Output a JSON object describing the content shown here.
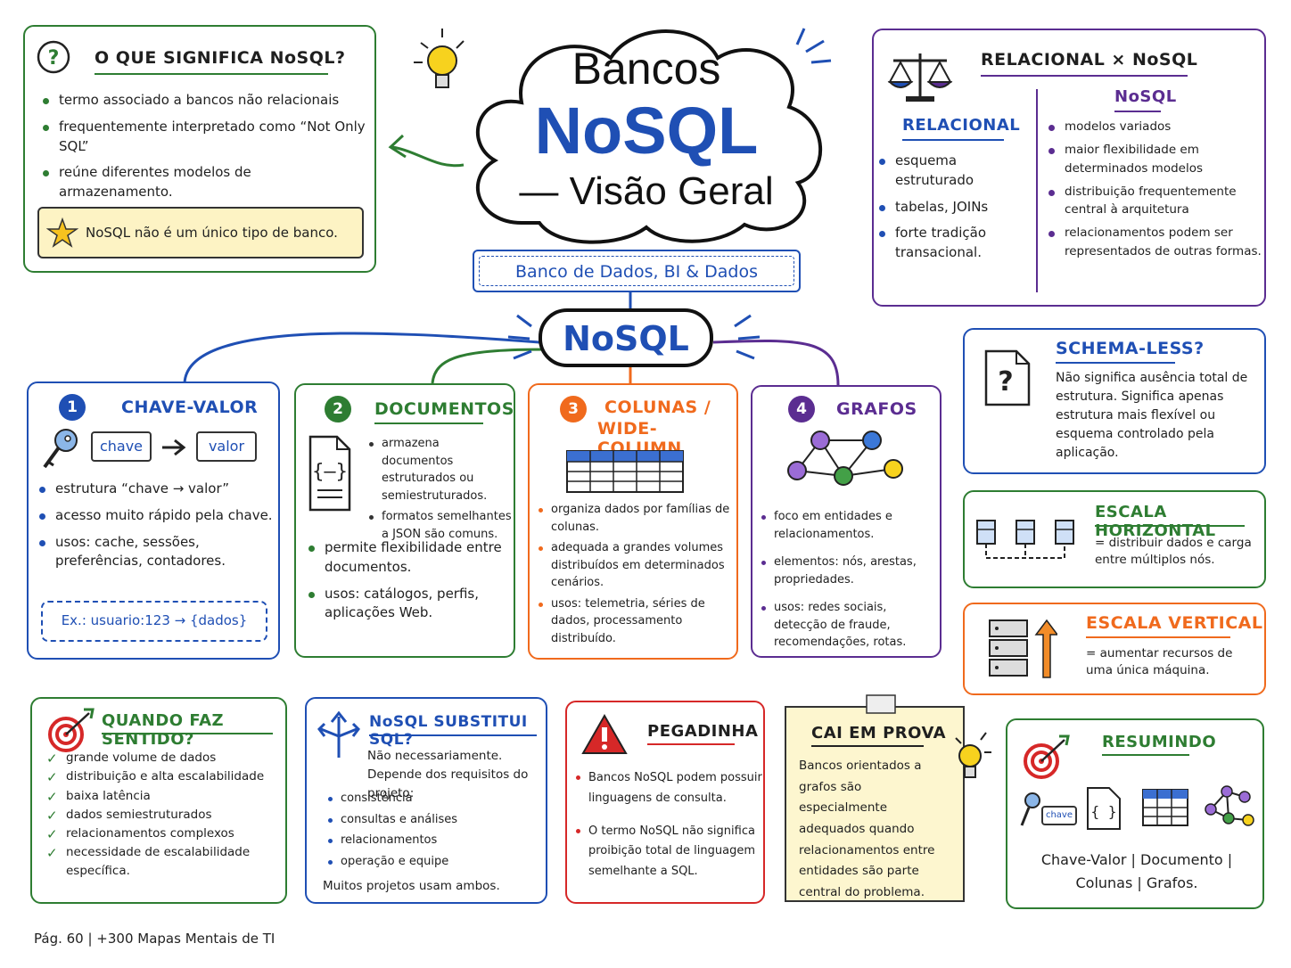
{
  "header": {
    "title_line1": "Bancos",
    "title_line2": "NoSQL",
    "title_line3": "— Visão Geral",
    "subtitle": "Banco de Dados, BI & Dados",
    "central_node": "NoSQL"
  },
  "what_means": {
    "title": "O QUE SIGNIFICA NoSQL?",
    "items": [
      "termo associado a bancos não relacionais",
      "frequentemente interpretado como “Not Only SQL”",
      "reúne diferentes modelos de armazenamento."
    ],
    "note": "NoSQL não é um único tipo de banco."
  },
  "comparison": {
    "title": "RELACIONAL × NoSQL",
    "relational_title": "RELACIONAL",
    "relational_items": [
      "esquema estruturado",
      "tabelas, JOINs",
      "forte tradição transacional."
    ],
    "nosql_title": "NoSQL",
    "nosql_items": [
      "modelos variados",
      "maior flexibilidade em determinados modelos",
      "distribuição frequentemente central à arquitetura",
      "relacionamentos podem ser representados de outras formas."
    ]
  },
  "key_value": {
    "number": "1",
    "title": "CHAVE-VALOR",
    "key_box": "chave",
    "value_box": "valor",
    "items": [
      "estrutura “chave → valor”",
      "acesso muito rápido pela chave.",
      "usos: cache, sessões, preferências, contadores."
    ],
    "example": "Ex.: usuario:123 → {dados}"
  },
  "documents": {
    "number": "2",
    "title": "DOCUMENTOS",
    "icon_items": [
      "armazena documentos estruturados ou semiestruturados.",
      "formatos semelhantes a JSON são comuns."
    ],
    "items": [
      "permite flexibilidade entre documentos.",
      "usos: catálogos, perfis, aplicações Web."
    ]
  },
  "columns": {
    "number": "3",
    "title_line1": "COLUNAS /",
    "title_line2": "WIDE-COLUMN",
    "items": [
      "organiza dados por famílias de colunas.",
      "adequada a grandes volumes distribuídos em determinados cenários.",
      "usos: telemetria, séries de dados, processamento distribuído."
    ]
  },
  "graphs": {
    "number": "4",
    "title": "GRAFOS",
    "items": [
      "foco em entidades e relacionamentos.",
      "elementos: nós, arestas, propriedades.",
      "usos: redes sociais, detecção de fraude, recomendações, rotas."
    ]
  },
  "schema_less": {
    "title": "SCHEMA-LESS?",
    "text": "Não significa ausência total de estrutura. Significa apenas estrutura mais flexível ou esquema controlado pela aplicação."
  },
  "horizontal": {
    "title": "ESCALA HORIZONTAL",
    "text": "= distribuir dados e carga entre múltiplos nós."
  },
  "vertical": {
    "title": "ESCALA VERTICAL",
    "text": "= aumentar recursos de uma única máquina."
  },
  "when": {
    "title": "QUANDO FAZ SENTIDO?",
    "items": [
      "grande volume de dados",
      "distribuição e alta escalabilidade",
      "baixa latência",
      "dados semiestruturados",
      "relacionamentos complexos",
      "necessidade de escalabilidade específica."
    ]
  },
  "replaces": {
    "title": "NoSQL SUBSTITUI SQL?",
    "intro": "Não necessariamente. Depende dos requisitos do projeto:",
    "items": [
      "consistência",
      "consultas e análises",
      "relacionamentos",
      "operação e equipe"
    ],
    "outro": "Muitos projetos usam ambos."
  },
  "trap": {
    "title": "PEGADINHA",
    "items": [
      "Bancos NoSQL podem possuir linguagens de consulta.",
      "O termo NoSQL não significa proibição total de linguagem semelhante a SQL."
    ]
  },
  "exam": {
    "title": "CAI EM PROVA",
    "text": "Bancos orientados a grafos são especialmente adequados quando relacionamentos entre entidades são parte central do problema."
  },
  "summary": {
    "title": "RESUMINDO",
    "key_label": "chave",
    "text": "Chave-Valor | Documento | Colunas | Grafos."
  },
  "footer": "Pág. 60 | +300 Mapas Mentais de TI",
  "colors": {
    "green": "#2e7d32",
    "blue": "#1f4fb4",
    "orange": "#f06a1d",
    "purple": "#5b2d91",
    "red": "#d62828"
  }
}
